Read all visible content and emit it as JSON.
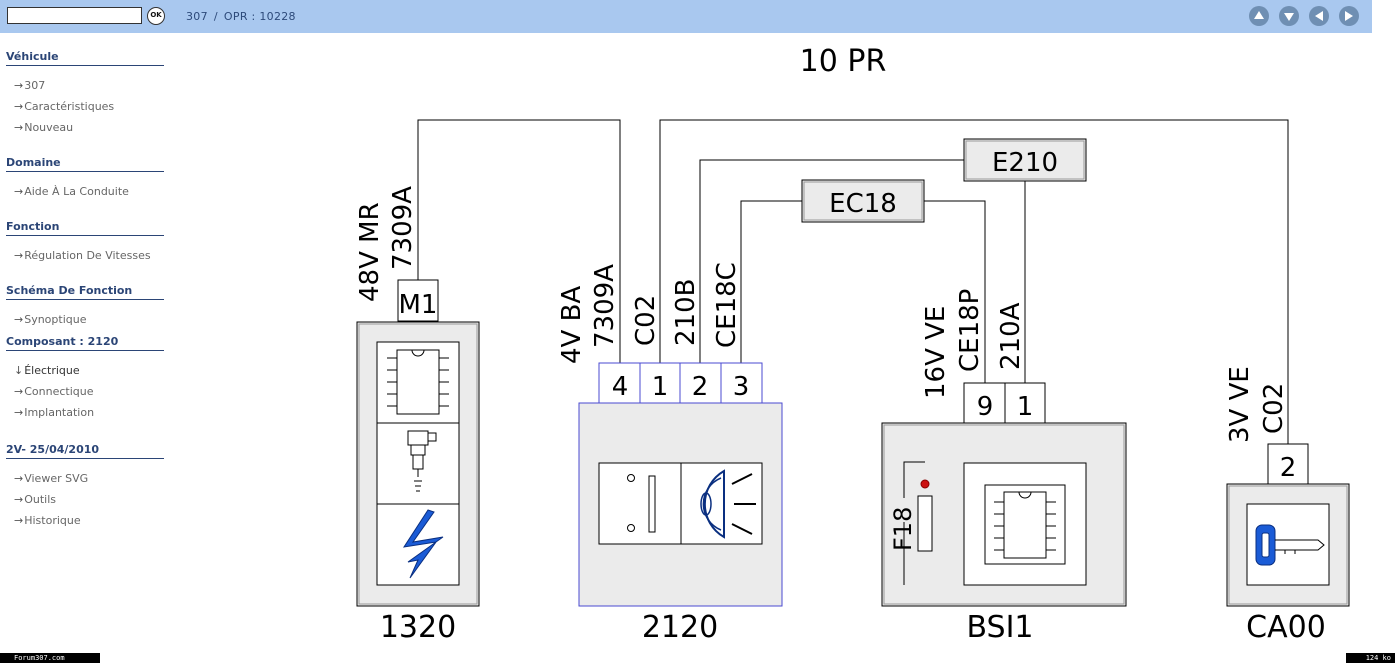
{
  "search": {
    "value": "",
    "ok_label": "OK"
  },
  "breadcrumb": {
    "model": "307",
    "separator": "/",
    "opr": "OPR : 10228"
  },
  "nav": {
    "icons": [
      "arrow-up-icon",
      "arrow-down-icon",
      "arrow-left-icon",
      "arrow-right-icon"
    ]
  },
  "sidebar": {
    "sections": [
      {
        "title": "Véhicule",
        "items": [
          "307",
          "Caractéristiques",
          "Nouveau"
        ]
      },
      {
        "title": "Domaine",
        "items": [
          "Aide À La Conduite"
        ]
      },
      {
        "title": "Fonction",
        "items": [
          "Régulation De Vitesses"
        ]
      },
      {
        "title": "Schéma De Fonction",
        "items": [
          "Synoptique"
        ]
      },
      {
        "title": "Composant : 2120",
        "items": [
          "Électrique",
          "Connectique",
          "Implantation"
        ],
        "expanded_item": "Électrique"
      },
      {
        "title": "2V- 25/04/2010",
        "items": [
          "Viewer SVG",
          "Outils",
          "Historique"
        ]
      }
    ]
  },
  "diagram": {
    "title": "10 PR",
    "wire_labels": {
      "m1_wire": [
        "48V MR",
        "7309A"
      ],
      "c2120_pin4": [
        "4V BA",
        "7309A"
      ],
      "c2120_pin1": "C02",
      "c2120_pin2": "210B",
      "c2120_pin3": "CE18C",
      "bsi_pin9": [
        "16V VE",
        "CE18P"
      ],
      "bsi_pin1": "210A",
      "ca00_pin2": [
        "3V VE",
        "C02"
      ]
    },
    "splices": {
      "e210": "E210",
      "ec18": "EC18"
    },
    "connector_pins": {
      "m1": "M1",
      "c2120": [
        "4",
        "1",
        "2",
        "3"
      ],
      "bsi": [
        "9",
        "1"
      ],
      "ca00": [
        "2"
      ]
    },
    "fuse_label": "F18",
    "components": {
      "c1320": "1320",
      "c2120": "2120",
      "bsi": "BSI1",
      "ca00": "CA00"
    },
    "colors": {
      "wire": "#000000",
      "box_fill": "#ebebeb",
      "selected_border": "#4a4ad0",
      "symbol_blue": "#1a5bd6",
      "fuse_dot": "#cc1111"
    }
  },
  "footer": {
    "site": "Forum307.com",
    "size": "124 ko"
  }
}
